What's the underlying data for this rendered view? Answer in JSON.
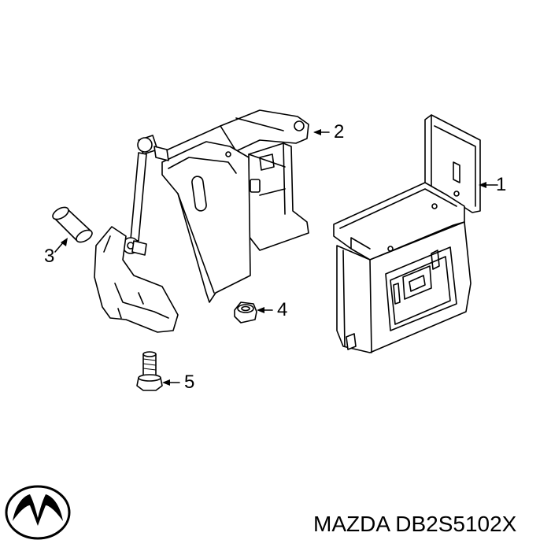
{
  "callouts": [
    {
      "number": "1",
      "part": "control-module-bracket"
    },
    {
      "number": "2",
      "part": "level-sensor"
    },
    {
      "number": "3",
      "part": "bushing"
    },
    {
      "number": "4",
      "part": "nut"
    },
    {
      "number": "5",
      "part": "bolt"
    }
  ],
  "footer": {
    "brand_logo": "mazda-logo",
    "part_number_text": "MAZDA DB2S5102X"
  },
  "colors": {
    "line": "#000000",
    "background": "#ffffff"
  }
}
